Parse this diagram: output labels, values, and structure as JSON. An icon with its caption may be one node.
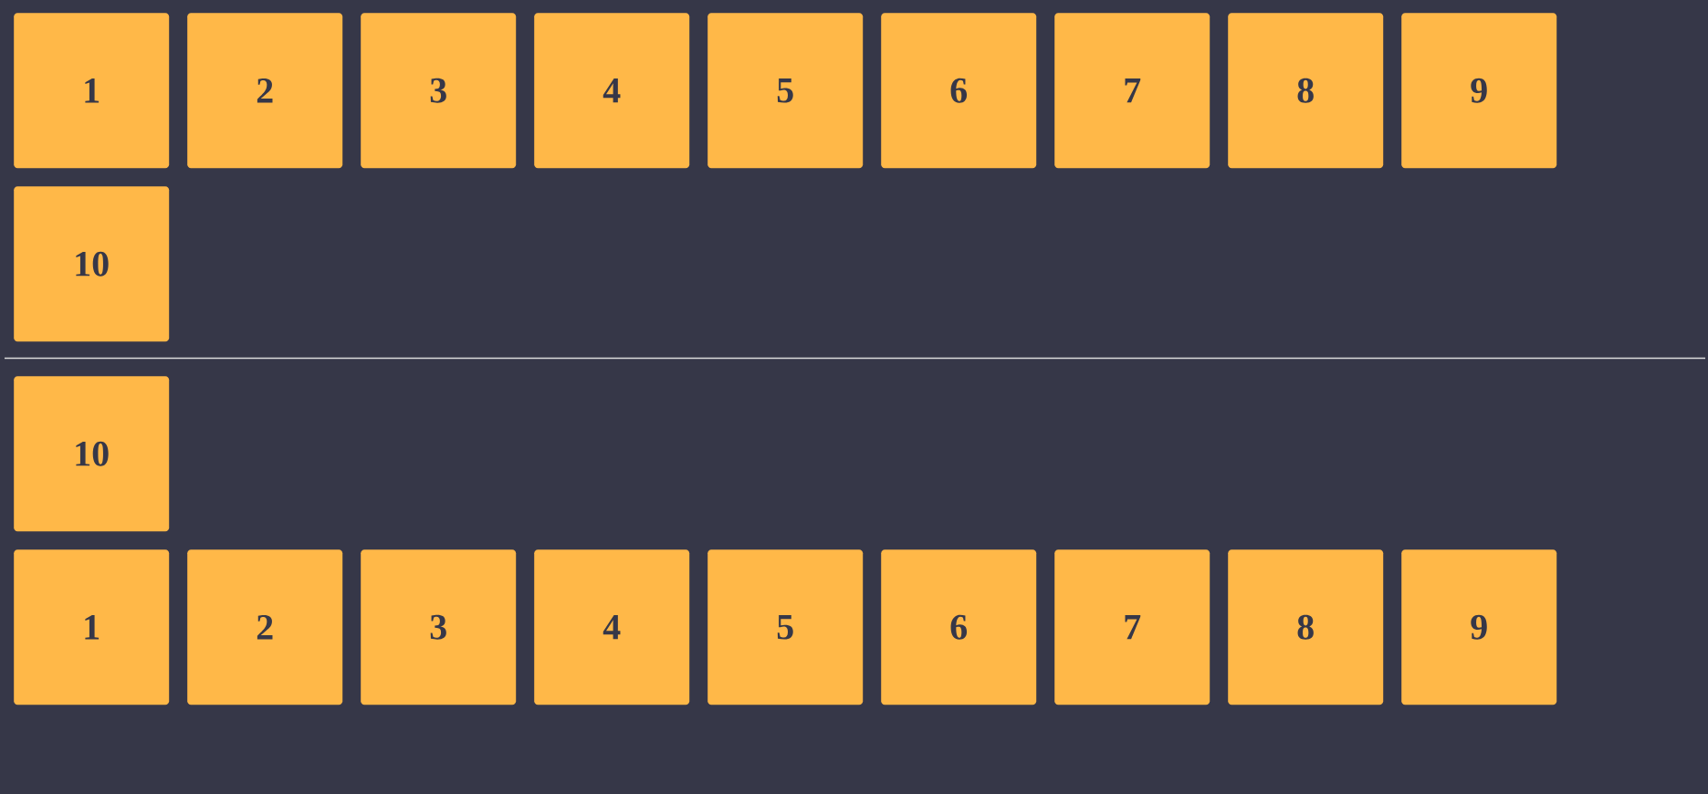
{
  "diagram": {
    "nodes": [
      {
        "text": [
          "1"
        ]
      },
      {
        "text": [
          "2"
        ]
      },
      {
        "text": [
          "3"
        ]
      },
      {
        "text": [
          "4"
        ]
      },
      {
        "text": [
          "5"
        ]
      },
      {
        "text": [
          "6"
        ]
      },
      {
        "text": [
          "7"
        ]
      },
      {
        "text": [
          "8"
        ]
      },
      {
        "text": [
          "9"
        ]
      },
      {
        "text": [
          "10"
        ]
      },
      {
        "text": [
          "10"
        ]
      },
      {
        "text": [
          "1"
        ]
      },
      {
        "text": [
          "2"
        ]
      },
      {
        "text": [
          "3"
        ]
      },
      {
        "text": [
          "4"
        ]
      },
      {
        "text": [
          "5"
        ]
      },
      {
        "text": [
          "6"
        ]
      },
      {
        "text": [
          "7"
        ]
      },
      {
        "text": [
          "8"
        ]
      },
      {
        "text": [
          "9"
        ]
      }
    ]
  }
}
